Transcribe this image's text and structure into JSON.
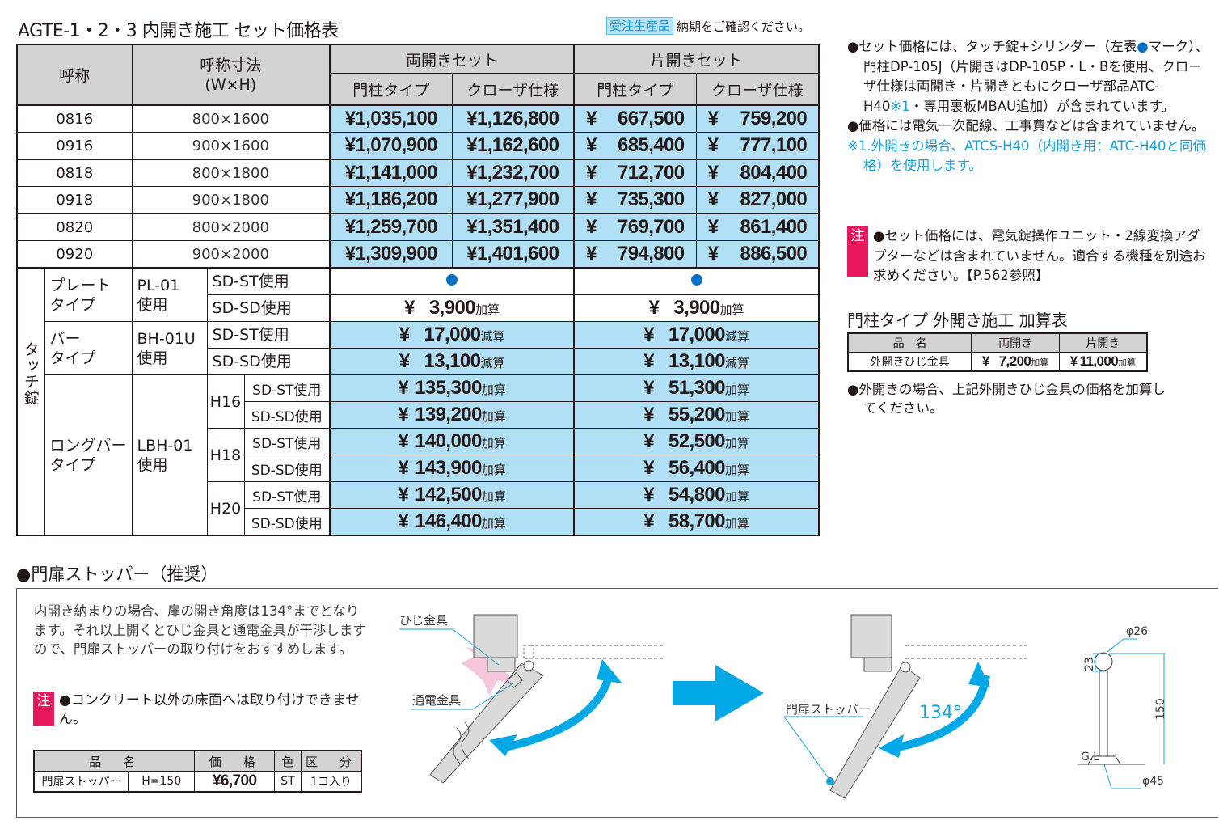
{
  "header": {
    "title": "AGTE-1・2・3 内開き施工 セット価格表",
    "order_badge": "受注生産品",
    "order_note": "納期をご確認ください。"
  },
  "main_table": {
    "columns": {
      "name": "呼称",
      "size": "呼称寸法",
      "size_sub": "(W×H)",
      "double": "両開きセット",
      "single": "片開きセット",
      "post": "門柱タイプ",
      "closer": "クローザ仕様"
    },
    "rows": [
      {
        "code": "0816",
        "size": "800×1600",
        "double_post": "¥1,035,100",
        "double_closer": "¥1,126,800",
        "single_post": "667,500",
        "single_closer": "759,200"
      },
      {
        "code": "0916",
        "size": "900×1600",
        "double_post": "¥1,070,900",
        "double_closer": "¥1,162,600",
        "single_post": "685,400",
        "single_closer": "777,100"
      },
      {
        "code": "0818",
        "size": "800×1800",
        "double_post": "¥1,141,000",
        "double_closer": "¥1,232,700",
        "single_post": "712,700",
        "single_closer": "804,400"
      },
      {
        "code": "0918",
        "size": "900×1800",
        "double_post": "¥1,186,200",
        "double_closer": "¥1,277,900",
        "single_post": "735,300",
        "single_closer": "827,000"
      },
      {
        "code": "0820",
        "size": "800×2000",
        "double_post": "¥1,259,700",
        "double_closer": "¥1,351,400",
        "single_post": "769,700",
        "single_closer": "861,400"
      },
      {
        "code": "0920",
        "size": "900×2000",
        "double_post": "¥1,309,900",
        "double_closer": "¥1,401,600",
        "single_post": "794,800",
        "single_closer": "886,500"
      }
    ],
    "yen": "¥",
    "touch_lock_label": "タッチ錠",
    "options": {
      "plate": {
        "type": "プレート\nタイプ",
        "model": "PL-01\n使用",
        "rows": [
          {
            "use": "SD-ST使用",
            "double": "●",
            "single": "●"
          },
          {
            "use": "SD-SD使用",
            "double": "3,900",
            "double_suffix": "加算",
            "single": "3,900",
            "single_suffix": "加算"
          }
        ]
      },
      "bar": {
        "type": "バー\nタイプ",
        "model": "BH-01U\n使用",
        "rows": [
          {
            "use": "SD-ST使用",
            "double": "17,000",
            "double_suffix": "減算",
            "single": "17,000",
            "single_suffix": "減算"
          },
          {
            "use": "SD-SD使用",
            "double": "13,100",
            "double_suffix": "減算",
            "single": "13,100",
            "single_suffix": "減算"
          }
        ]
      },
      "longbar": {
        "type": "ロングバー\nタイプ",
        "model": "LBH-01\n使用",
        "groups": [
          {
            "height": "H16",
            "rows": [
              {
                "use": "SD-ST使用",
                "double": "135,300",
                "double_suffix": "加算",
                "single": "51,300",
                "single_suffix": "加算"
              },
              {
                "use": "SD-SD使用",
                "double": "139,200",
                "double_suffix": "加算",
                "single": "55,200",
                "single_suffix": "加算"
              }
            ]
          },
          {
            "height": "H18",
            "rows": [
              {
                "use": "SD-ST使用",
                "double": "140,000",
                "double_suffix": "加算",
                "single": "52,500",
                "single_suffix": "加算"
              },
              {
                "use": "SD-SD使用",
                "double": "143,900",
                "double_suffix": "加算",
                "single": "56,400",
                "single_suffix": "加算"
              }
            ]
          },
          {
            "height": "H20",
            "rows": [
              {
                "use": "SD-ST使用",
                "double": "142,500",
                "double_suffix": "加算",
                "single": "54,800",
                "single_suffix": "加算"
              },
              {
                "use": "SD-SD使用",
                "double": "146,400",
                "double_suffix": "加算",
                "single": "58,700",
                "single_suffix": "加算"
              }
            ]
          }
        ]
      }
    }
  },
  "notes": {
    "n1_a": "●セット価格には、タッチ錠+シリンダー（左表",
    "n1_dot": "●",
    "n1_b": "マーク）、門柱DP-105J（片開きはDP-105P・L・Bを使用、クローザ仕様は両開き・片開きともにクローザ部品ATC-H40",
    "n1_ref": "※1",
    "n1_c": "・専用裏板MBAU追加）が含まれています。",
    "n2": "●価格には電気一次配線、工事費などは含まれていません。",
    "n3": "※1.外開きの場合、ATCS-H40（内開き用：ATC-H40と同価格）を使用します。",
    "warn_mark": "注",
    "warn": "●セット価格には、電気錠操作ユニット・2線変換アダプターなどは含まれていません。適合する機種を別途お求めください。【P.562参照】"
  },
  "outward_table": {
    "title": "門柱タイプ 外開き施工 加算表",
    "headers": [
      "品　名",
      "両開き",
      "片開き"
    ],
    "row": {
      "name": "外開きひじ金具",
      "double": "7,200",
      "single": "11,000",
      "suffix": "加算",
      "yen": "¥"
    },
    "note": "●外開きの場合、上記外開きひじ金具の価格を加算してください。"
  },
  "stopper": {
    "title": "●門扉ストッパー（推奨）",
    "description": "内開き納まりの場合、扉の開き角度は134°までとなります。それ以上開くとひじ金具と通電金具が干渉しますので、門扉ストッパーの取り付けをおすすめします。",
    "warn_mark": "注",
    "warn": "●コンクリート以外の床面へは取り付けできません。",
    "table": {
      "headers": [
        "品　名",
        "価　格",
        "色",
        "区　分"
      ],
      "row": {
        "name": "門扉ストッパー",
        "height": "H=150",
        "price": "¥6,700",
        "color": "ST",
        "unit": "1コ入り"
      }
    },
    "diagram": {
      "label_hinge": "ひじ金具",
      "label_power": "通電金具",
      "label_stopper": "門扉ストッパー",
      "angle": "134°",
      "dim_top": "φ26",
      "dim_ball": "23",
      "dim_height": "150",
      "dim_base": "φ45",
      "ground": "G.L"
    }
  },
  "colors": {
    "price_bg": "#b1dff5",
    "header_bg": "#d3d3d4",
    "accent_cyan": "#18a0d8",
    "warn_pink": "#e8185d",
    "dot_blue": "#0a72c6"
  }
}
